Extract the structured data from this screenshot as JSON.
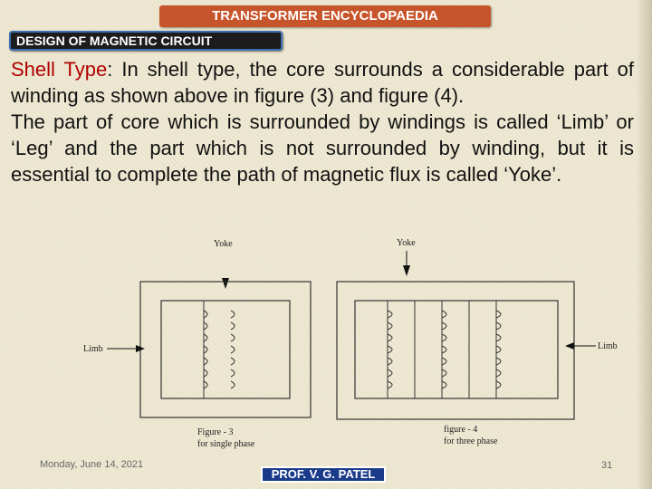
{
  "header": {
    "title": "TRANSFORMER ENCYCLOPAEDIA",
    "subtitle": "DESIGN OF MAGNETIC CIRCUIT"
  },
  "content": {
    "lead": "Shell Type",
    "lead_sep": ":",
    "para1": " In shell type, the core surrounds a considerable part of winding as shown above in figure (3) and figure (4).",
    "para2": "The part of core which is surrounded by windings is called ‘Limb’ or ‘Leg’ and the part which is not surrounded by winding, but it is essential to complete the path of magnetic flux is called ‘Yoke’."
  },
  "figure3": {
    "yoke_label": "Yoke",
    "limb_label": "Limb",
    "caption_line1": "Figure - 3",
    "caption_line2": "for single phase"
  },
  "figure4": {
    "yoke_label": "Yoke",
    "limb_label": "Limb",
    "caption_line1": "figure - 4",
    "caption_line2": "for three phase"
  },
  "footer": {
    "date": "Monday, June 14, 2021",
    "author": "PROF. V. G. PATEL",
    "page": "31"
  }
}
